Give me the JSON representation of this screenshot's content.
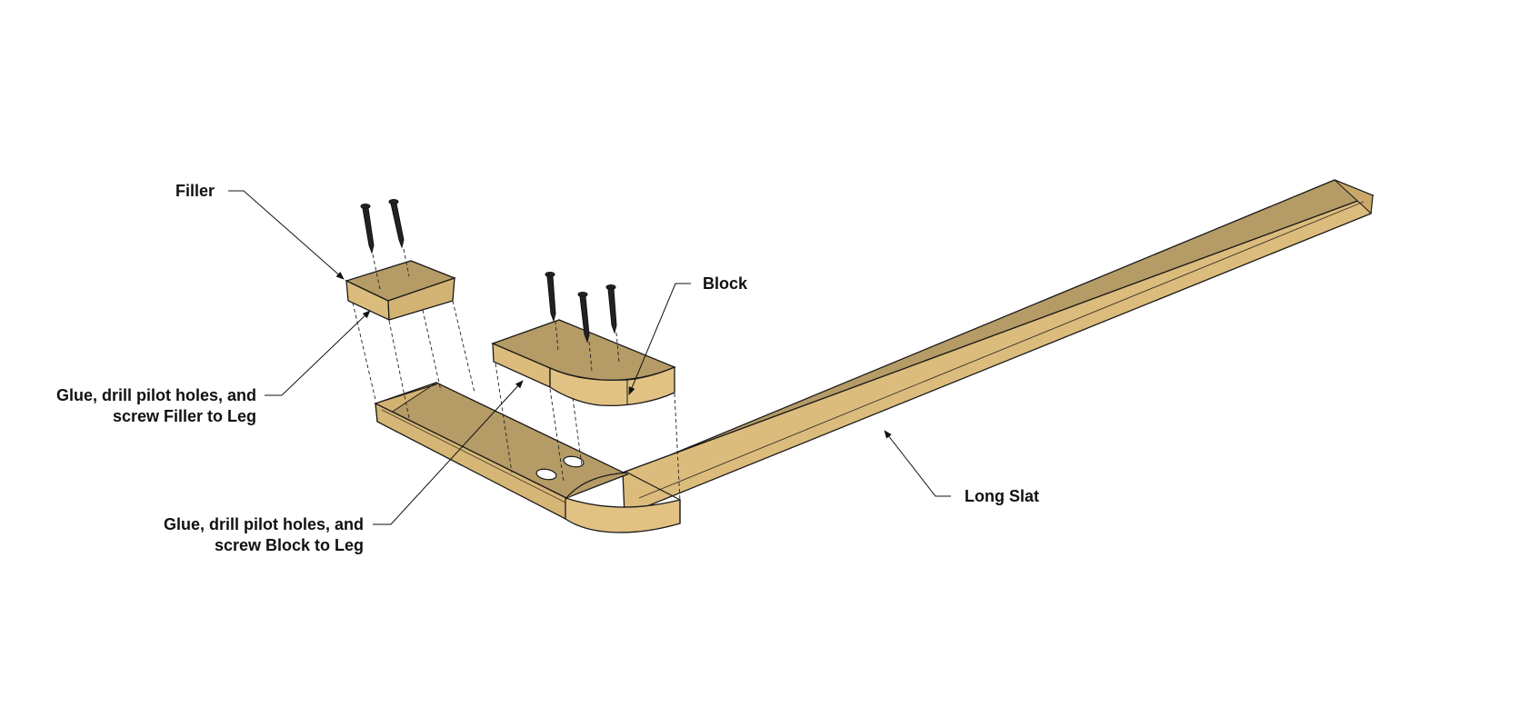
{
  "labels": {
    "filler": "Filler",
    "block": "Block",
    "long_slat": "Long Slat",
    "glue_filler": [
      "Glue, drill pilot holes, and",
      "screw Filler to Leg"
    ],
    "glue_block": [
      "Glue, drill pilot holes, and",
      "screw Block to Leg"
    ]
  },
  "colors": {
    "wood_top": "#b59b66",
    "wood_side": "#dcbc7c",
    "wood_front": "#c9a86a",
    "outline": "#1a1a1a",
    "screw": "#222222"
  },
  "icons": {
    "screw": "screw-icon",
    "pilot_hole": "pilot-hole-icon"
  }
}
